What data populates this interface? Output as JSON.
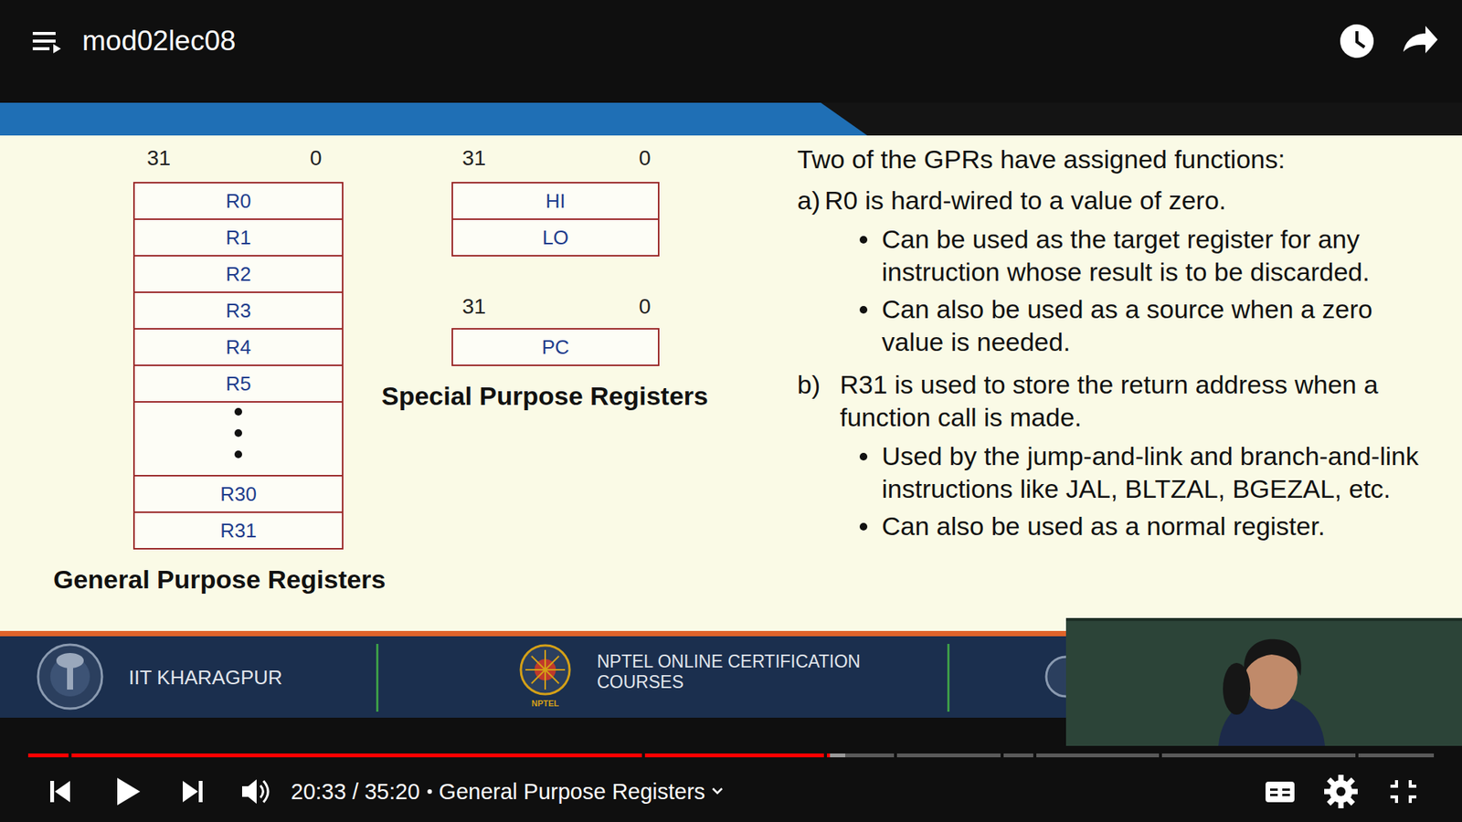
{
  "diagram": {
    "title": "mod02lec08",
    "nodes": [
      {
        "text": [
          "R0"
        ]
      },
      {
        "text": [
          "R1"
        ]
      },
      {
        "text": [
          "R2"
        ]
      },
      {
        "text": [
          "R3"
        ]
      },
      {
        "text": [
          "R4"
        ]
      },
      {
        "text": [
          "R5"
        ]
      },
      {
        "text": [
          "R30"
        ]
      },
      {
        "text": [
          "R31"
        ]
      },
      {
        "text": [
          "HI"
        ]
      },
      {
        "text": [
          "LO"
        ]
      },
      {
        "text": [
          "PC"
        ]
      }
    ],
    "labels": [
      "31",
      "0",
      "31",
      "0",
      "31",
      "0",
      "General Purpose Registers",
      "Special Purpose Registers",
      "Two of the GPRs have assigned functions:",
      "a)",
      "R0 is hard-wired to a value of zero.",
      "Can be used as the target register for any instruction whose result is to be discarded.",
      "Can also be used as a source when a zero value is needed.",
      "b)",
      "R31 is used to store the return address when a function call is made.",
      "Used by the jump-and-link and branch-and-link instructions like JAL, BLTZAL, BGEZAL, etc.",
      "Can also be used as a normal register.",
      "IIT KHARAGPUR",
      "NPTEL ONLINE CERTIFICATION COURSES",
      "NPTEL",
      "20:33 / 35:20",
      "General Purpose Registers"
    ]
  }
}
